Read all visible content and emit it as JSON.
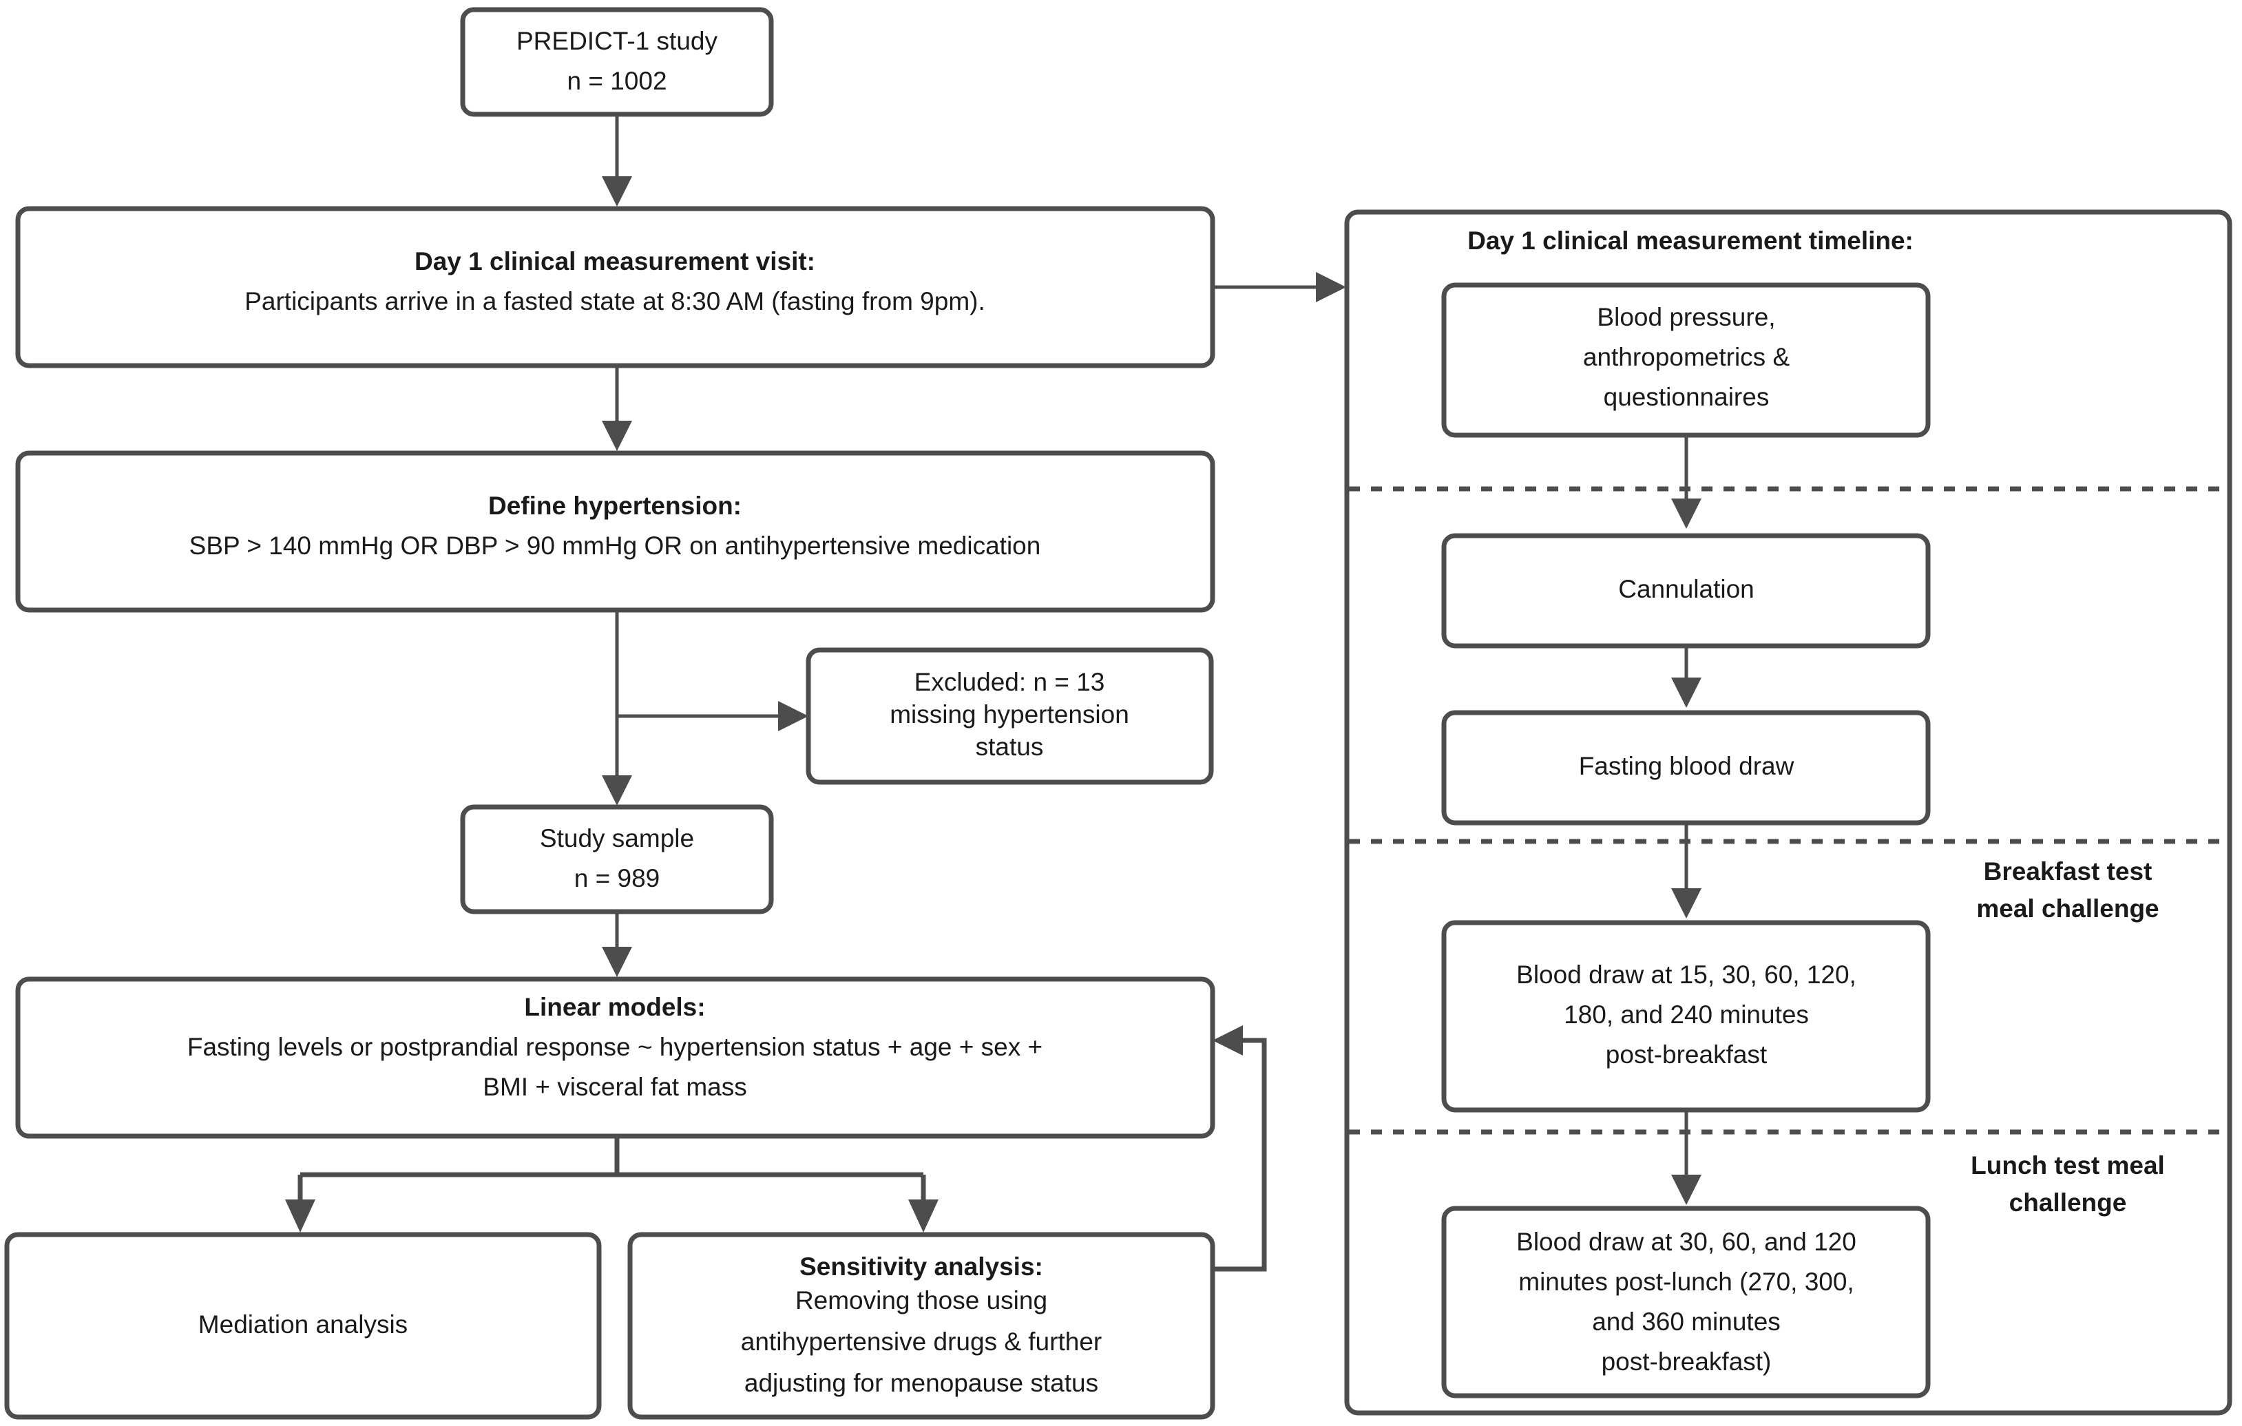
{
  "diagram": {
    "title": "PREDICT-1 study flow diagram",
    "colors": {
      "stroke": "#4d4d4d",
      "text": "#1a1a1a",
      "background": "#ffffff"
    }
  },
  "left_flow": {
    "predict_study": {
      "line1": "PREDICT-1 study",
      "line2_var": "n",
      "line2_eq": " = ",
      "line2_val": "1002"
    },
    "day1_visit": {
      "heading": "Day 1 clinical measurement visit:",
      "body": "Participants arrive in a fasted state at 8:30 AM (fasting from 9pm)."
    },
    "define_hypertension": {
      "heading": "Define hypertension:",
      "body": "SBP > 140 mmHg OR DBP > 90 mmHg OR on antihypertensive medication"
    },
    "excluded": {
      "label_bold": "Excluded:",
      "n_var": "n",
      "n_eq": " = ",
      "n_val": "13",
      "line2": "missing hypertension",
      "line3": "status"
    },
    "study_sample": {
      "line1": "Study sample",
      "line2_var": "n",
      "line2_eq": " = ",
      "line2_val": "989"
    },
    "linear_models": {
      "heading": "Linear models:",
      "body_line1": "Fasting levels or postprandial response ~ hypertension status + age + sex +",
      "body_line2": "BMI + visceral fat mass"
    },
    "mediation_analysis": {
      "label": "Mediation analysis"
    },
    "sensitivity_analysis": {
      "heading": "Sensitivity analysis:",
      "line1": "Removing those using",
      "line2": "antihypertensive drugs & further",
      "line3": "adjusting for menopause status"
    }
  },
  "right_panel": {
    "title": "Day 1 clinical measurement timeline:",
    "steps": [
      {
        "name": "blood-pressure-anthropometrics",
        "lines": [
          "Blood pressure,",
          "anthropometrics &",
          "questionnaires"
        ]
      },
      {
        "name": "cannulation",
        "lines": [
          "Cannulation"
        ]
      },
      {
        "name": "fasting-blood-draw",
        "lines": [
          "Fasting blood draw"
        ]
      },
      {
        "name": "breakfast-blood-draw",
        "lines": [
          "Blood draw at 15, 30, 60, 120,",
          "180, and 240 minutes",
          "post-breakfast"
        ]
      },
      {
        "name": "lunch-blood-draw",
        "lines": [
          "Blood draw at 30, 60, and 120",
          "minutes post-lunch (270, 300,",
          "and 360 minutes",
          "post-breakfast)"
        ]
      }
    ],
    "section_labels": {
      "breakfast": [
        "Breakfast test",
        "meal challenge"
      ],
      "lunch": [
        "Lunch test meal",
        "challenge"
      ]
    }
  }
}
